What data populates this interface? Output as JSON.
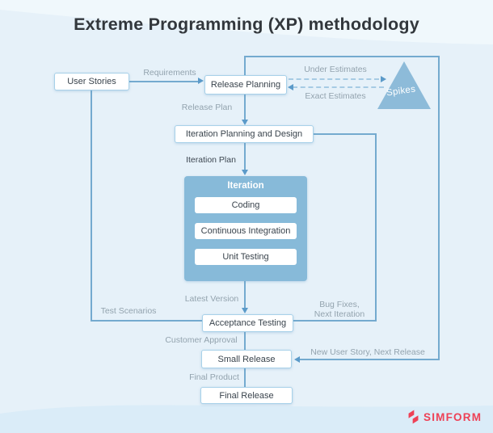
{
  "title": "Extreme Programming (XP) methodology",
  "nodes": {
    "user_stories": "User Stories",
    "release_planning": "Release Planning",
    "spikes": "Spikes",
    "iteration_planning": "Iteration Planning and Design",
    "iteration": "Iteration",
    "coding": "Coding",
    "continuous_integration": "Continuous Integration",
    "unit_testing": "Unit Testing",
    "acceptance_testing": "Acceptance Testing",
    "small_release": "Small Release",
    "final_release": "Final Release"
  },
  "edge_labels": {
    "requirements": "Requirements",
    "under_estimates": "Under Estimates",
    "exact_estimates": "Exact Estimates",
    "release_plan": "Release Plan",
    "iteration_plan": "Iteration Plan",
    "latest_version": "Latest Version",
    "test_scenarios": "Test Scenarios",
    "bug_fixes_line1": "Bug Fixes,",
    "bug_fixes_line2": "Next Iteration",
    "customer_approval": "Customer Approval",
    "new_user_story": "New User Story, Next Release",
    "final_product": "Final Product"
  },
  "logo": {
    "text": "SIMFORM"
  },
  "colors": {
    "background": "#e6f1f9",
    "wave_top": "#f0f8fc",
    "wave_bottom": "#daecf8",
    "connector": "#74aacf",
    "connector_dashed": "#a6cbe4",
    "arrowhead": "#5b9ac9",
    "node_border": "#a8d1e9",
    "node_text": "#39434c",
    "muted_label": "#93a3ae",
    "iteration_fill": "#87bad9",
    "spikes_fill": "#8dbbd9",
    "title_text": "#32373c",
    "logo_red": "#ee4156"
  }
}
